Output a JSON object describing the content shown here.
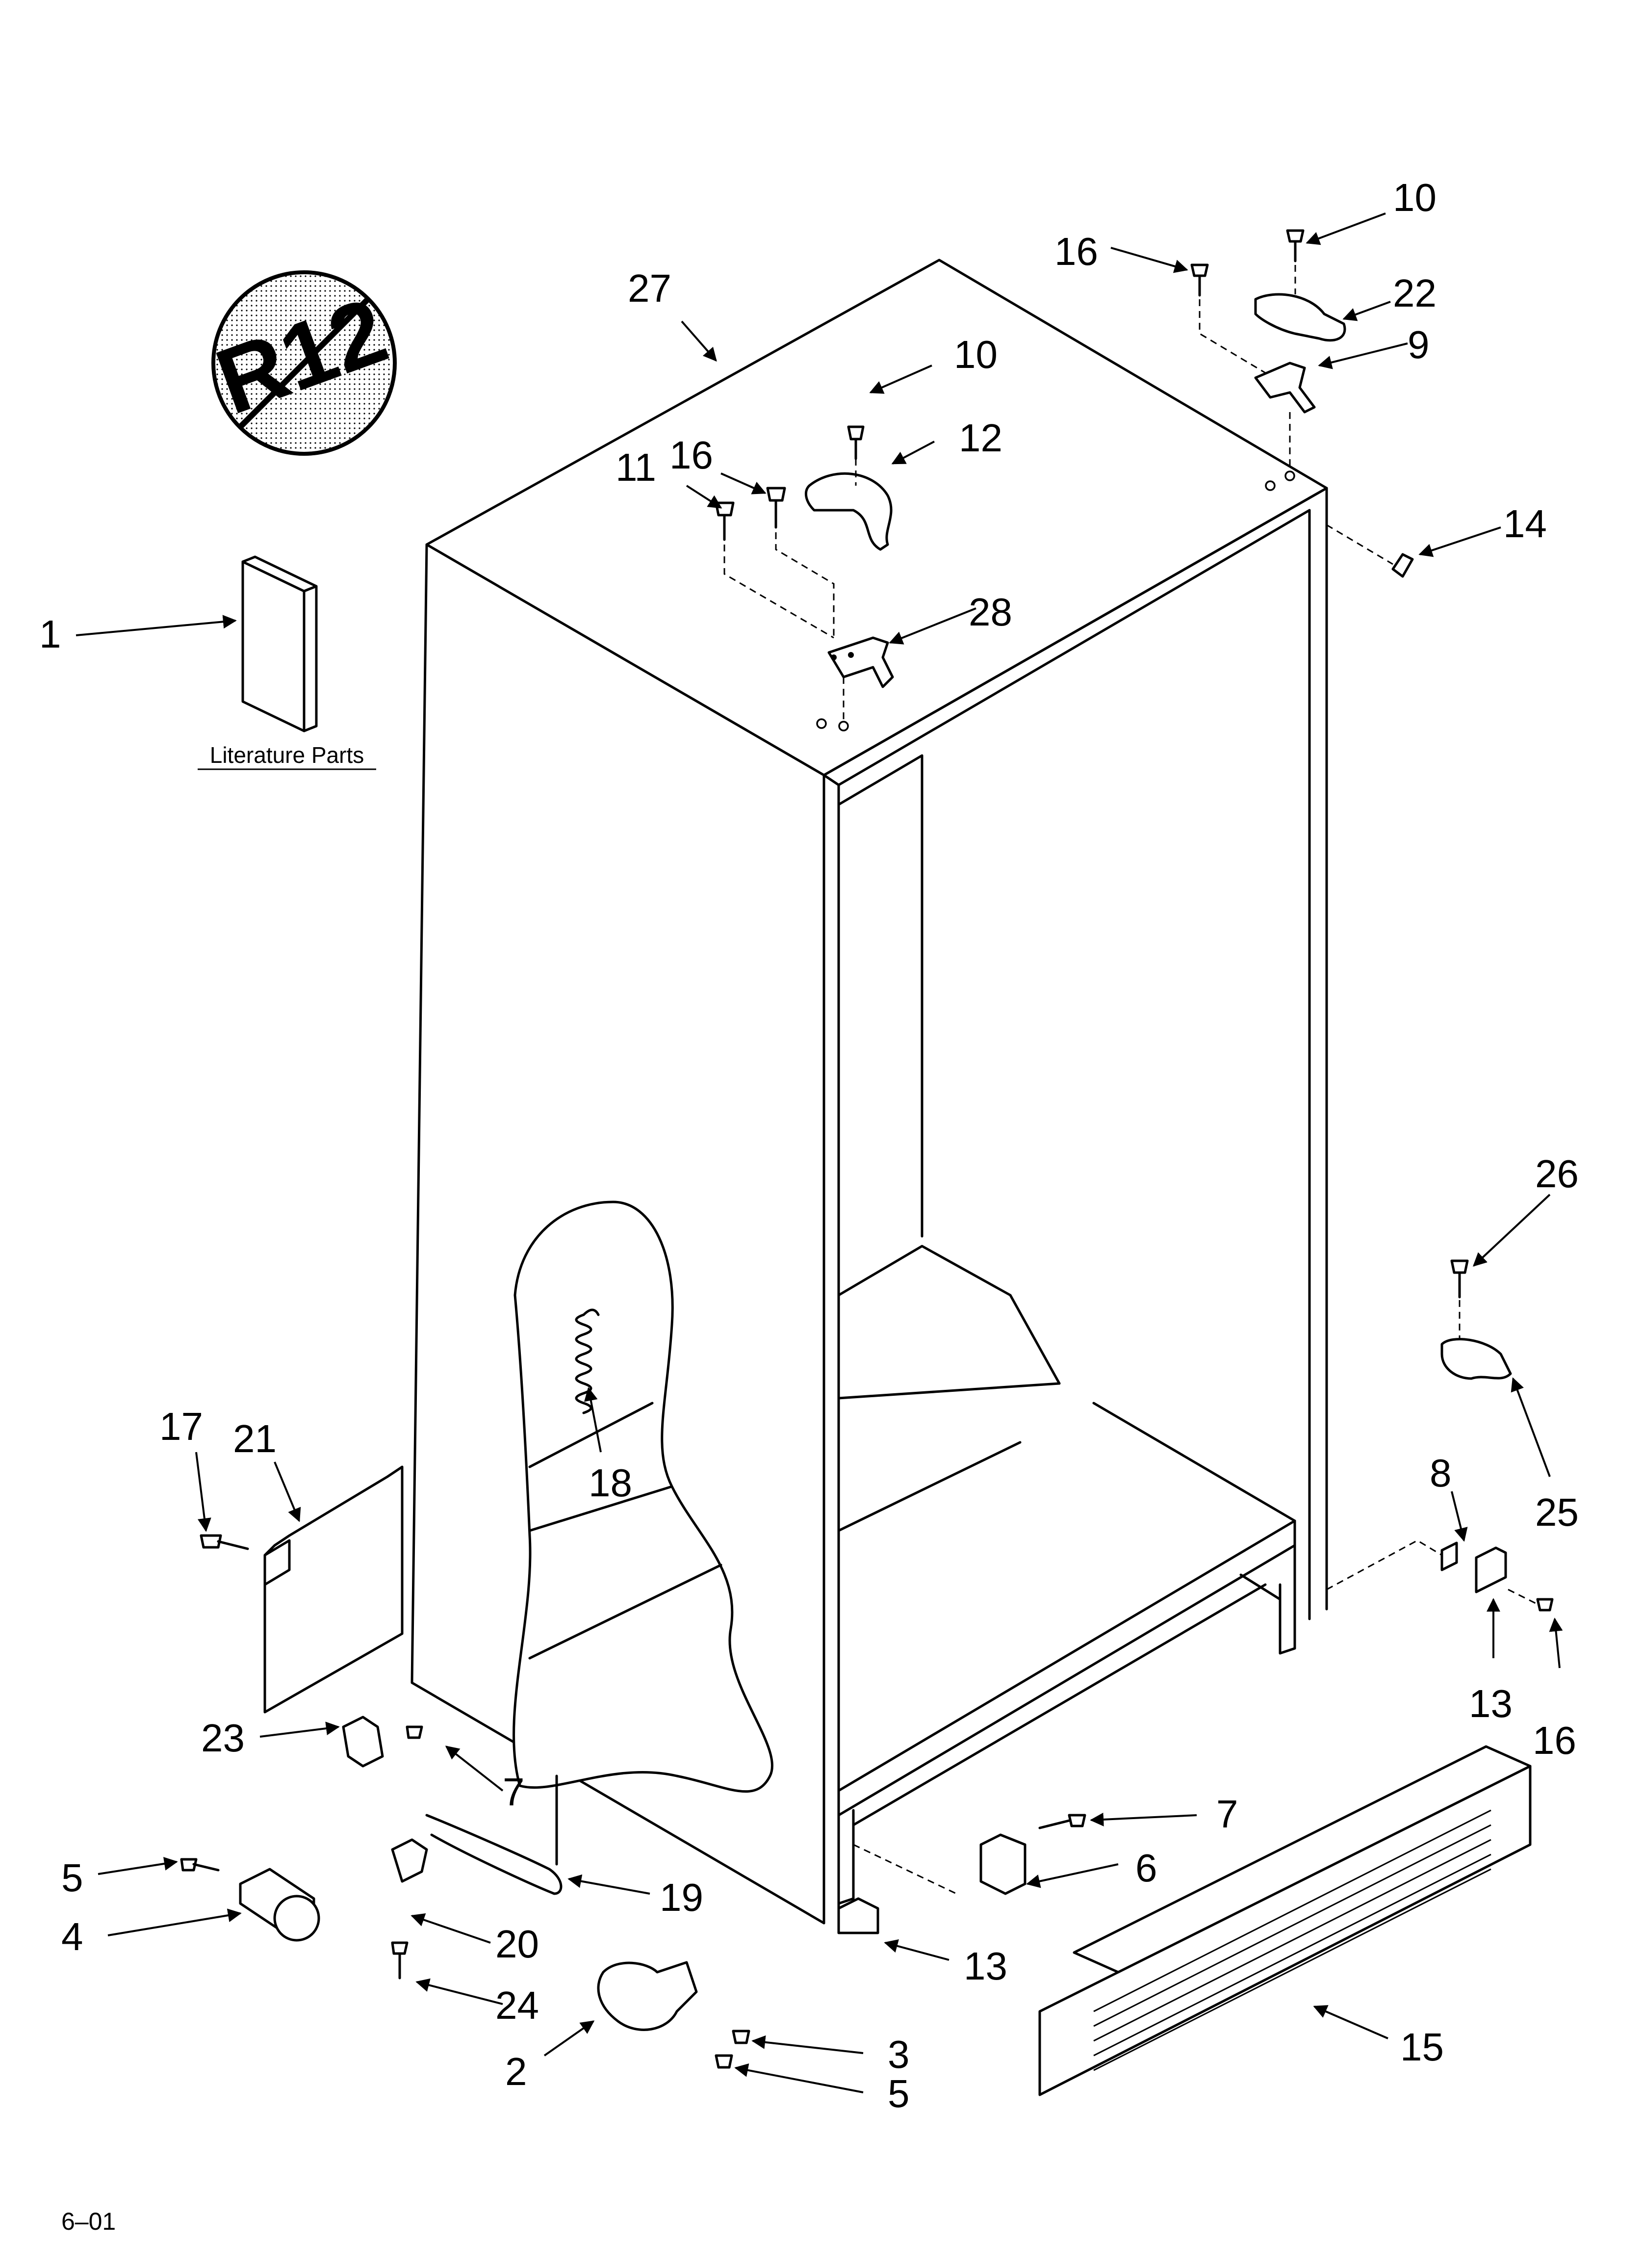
{
  "symbol": {
    "no_cfc_mark": "R12"
  },
  "literature": {
    "label": "Literature Parts"
  },
  "footer": {
    "code": "6–01"
  },
  "callouts": {
    "c1": "1",
    "c2": "2",
    "c3": "3",
    "c4": "4",
    "c5a": "5",
    "c5b": "5",
    "c6": "6",
    "c7a": "7",
    "c7b": "7",
    "c8": "8",
    "c9": "9",
    "c10a": "10",
    "c10b": "10",
    "c11": "11",
    "c12": "12",
    "c13a": "13",
    "c13b": "13",
    "c14": "14",
    "c15": "15",
    "c16a": "16",
    "c16b": "16",
    "c16c": "16",
    "c17": "17",
    "c18": "18",
    "c19": "19",
    "c20": "20",
    "c21": "21",
    "c22": "22",
    "c23": "23",
    "c24": "24",
    "c25": "25",
    "c26": "26",
    "c27": "27",
    "c28": "28"
  }
}
